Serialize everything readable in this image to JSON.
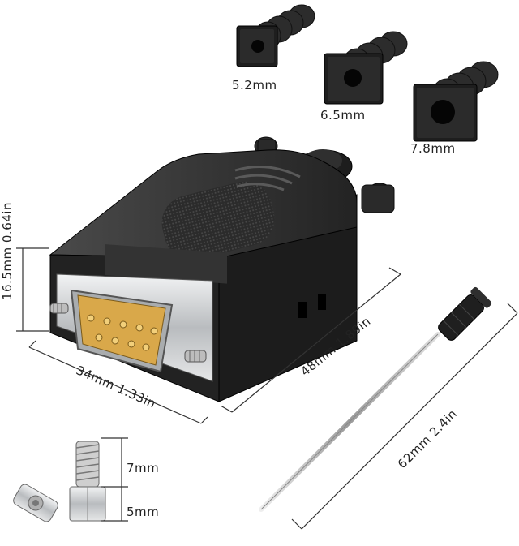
{
  "grommets": [
    {
      "label": "5.2mm"
    },
    {
      "label": "6.5mm"
    },
    {
      "label": "7.8mm"
    }
  ],
  "dimensions": {
    "height": "16.5mm 0.64in",
    "width": "34mm  1.33in",
    "depth": "48mm  1.89in",
    "screwdriver": "62mm  2.4in",
    "standoff_top": "7mm",
    "standoff_bottom": "5mm"
  },
  "colors": {
    "housing": "#2a2a2a",
    "connector_shell": "#c8cacc",
    "pins": "#c9a24a",
    "dimension_line": "#333333"
  }
}
